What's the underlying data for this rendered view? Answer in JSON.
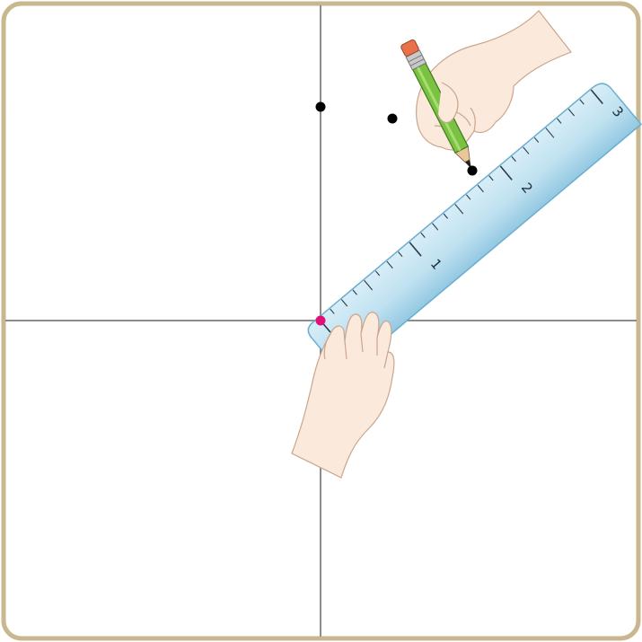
{
  "colors": {
    "frame": "#c8b78f",
    "axes": "#8c8c8c",
    "dot": "#000000",
    "origin_dot": "#e0107a",
    "ruler_fill": "#bfe1f0",
    "ruler_edge": "#6aaed0",
    "ruler_ticks": "#2a3b4a",
    "pencil_body": "#7cc242",
    "pencil_eraser": "#e8704a",
    "pencil_ferrule": "#c9c9c9",
    "skin": "#fbe9dc",
    "skin_line": "#c9a58e"
  },
  "icons": {
    "ruler": "ruler-icon",
    "pencil": "pencil-icon",
    "left_hand": "hand-icon",
    "right_hand": "hand-icon"
  },
  "ruler": {
    "labels": [
      "1",
      "2",
      "3"
    ],
    "units_shown": 3,
    "ticks_per_unit": 8
  },
  "points": [
    {
      "name": "point-on-y-axis"
    },
    {
      "name": "point-upper-right"
    },
    {
      "name": "point-at-pencil-tip"
    },
    {
      "name": "origin-point"
    }
  ]
}
